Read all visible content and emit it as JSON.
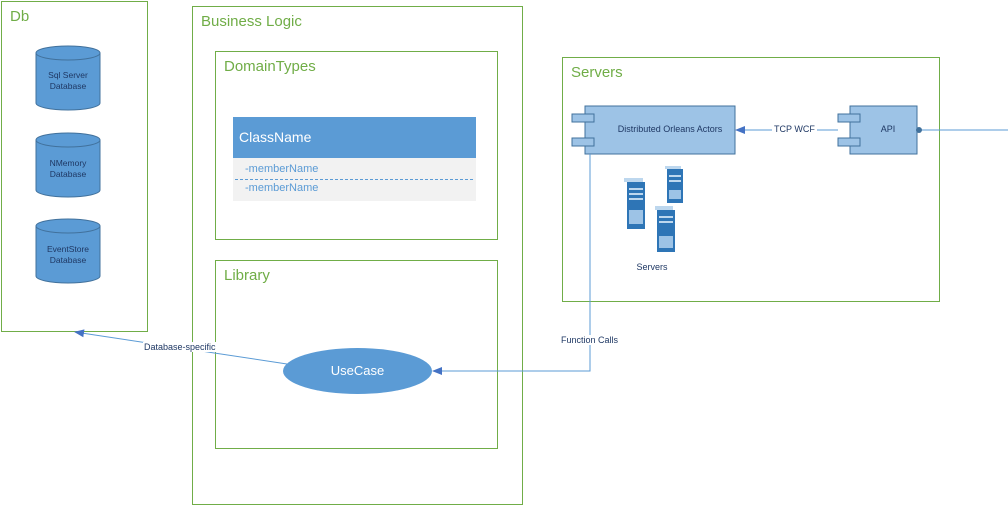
{
  "colors": {
    "frame": "#70ad47",
    "accent": "#5b9bd5",
    "accent_dark": "#41719c",
    "text": "#1f3864"
  },
  "db": {
    "title": "Db",
    "databases": [
      {
        "line1": "Sql Server",
        "line2": "Database"
      },
      {
        "line1": "NMemory",
        "line2": "Database"
      },
      {
        "line1": "EventStore",
        "line2": "Database"
      }
    ]
  },
  "business_logic": {
    "title": "Business Logic",
    "domain_types": {
      "title": "DomainTypes",
      "class_name": "ClassName",
      "members": [
        "-memberName",
        "-memberName"
      ]
    },
    "library": {
      "title": "Library",
      "usecase": "UseCase"
    }
  },
  "servers": {
    "title": "Servers",
    "actors_component": "Distributed Orleans Actors",
    "api_component": "API",
    "servers_icon_label": "Servers"
  },
  "connectors": {
    "tcp": "TCP WCF",
    "function_calls": "Function Calls",
    "database_specific": "Database-specific"
  },
  "icons": [
    "database-icon",
    "component-icon",
    "server-tower-icon",
    "arrowhead-icon",
    "lollipop-interface-icon"
  ]
}
